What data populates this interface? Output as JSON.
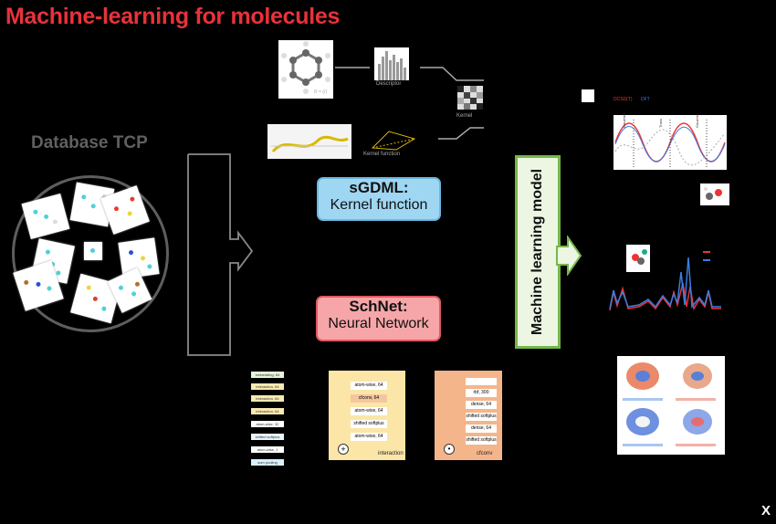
{
  "title": "Machine-learning for molecules",
  "colors": {
    "title": "#e8323a",
    "database_label": "#606060"
  },
  "database": {
    "label": "Database TCP"
  },
  "sgdml": {
    "name": "sGDML:",
    "subtitle": "Kernel function",
    "descriptor_label": "Descriptor",
    "kernel_label": "Kernel",
    "kernel_function_label": "Kernel function"
  },
  "schnet": {
    "name": "SchNet:",
    "subtitle": "Neural Network",
    "layers": [
      "embedding, 64",
      "interaction, 64",
      "interaction, 64",
      "interaction, 64",
      "atom-wise, 32",
      "shifted softplus",
      "atom-wise, 1",
      "sum pooling"
    ],
    "interaction_block": {
      "rows": [
        "atom-wise, 64",
        "cfconv, 64",
        "atom-wise, 64",
        "shifted softplus",
        "atom-wise, 64"
      ],
      "caption": "interaction"
    },
    "cfconv_block": {
      "rows": [
        "rbf, 300",
        "dense, 64",
        "shifted softplus",
        "dense, 64",
        "shifted softplus"
      ],
      "caption": "cfconv"
    }
  },
  "ml_model": {
    "label": "Machine learning model"
  },
  "results": {
    "legend": [
      "DCSD(T)",
      "DFT"
    ],
    "conformer_labels": [
      "Gauche+",
      "Trans",
      "Gauche-"
    ]
  },
  "close_label": "X"
}
